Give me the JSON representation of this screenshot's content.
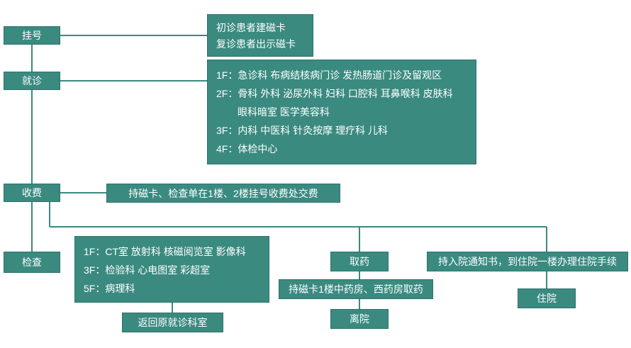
{
  "steps": {
    "register": "挂号",
    "consult": "就诊",
    "payment": "收费",
    "exam": "检查"
  },
  "register_notes": [
    "初诊患者建磁卡",
    "复诊患者出示磁卡"
  ],
  "consult_floors": [
    "1F：急诊科  布病结核病门诊  发热肠道门诊及留观区",
    "2F：骨科  外科  泌尿外科  妇科  口腔科  耳鼻喉科  皮肤科",
    "眼科暗室  医学美容科",
    "3F：内科  中医科  针灸按摩  理疗科  儿科",
    "4F：体检中心"
  ],
  "payment_note": "持磁卡、检查单在1楼、2楼挂号收费处交费",
  "exam_floors": [
    "1F：CT室  放射科  核磁阅览室  影像科",
    "3F：检验科  心电图室  彩超室",
    "5F：病理科"
  ],
  "return_note": "返回原就诊科室",
  "pharmacy": {
    "label": "取药",
    "note": "持磁卡1楼中药房、西药房取药",
    "leave": "离院"
  },
  "hospitalization": {
    "note": "持入院通知书，到住院一楼办理住院手续",
    "label": "住院"
  },
  "colors": {
    "box": "#3a8a80",
    "line": "#3a8a80"
  }
}
